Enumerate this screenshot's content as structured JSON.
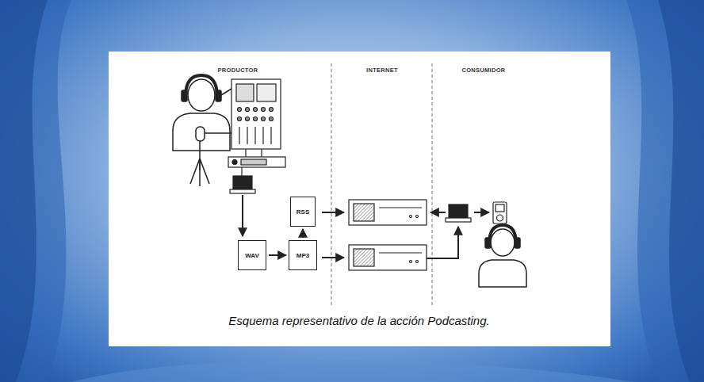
{
  "diagram": {
    "caption": "Esquema representativo de la acción Podcasting.",
    "nodes": [
      {
        "text": [
          "RSS"
        ]
      },
      {
        "text": [
          "WAV"
        ]
      },
      {
        "text": [
          "MP3"
        ]
      }
    ],
    "edges": [
      {
        "from": 1,
        "to": 2,
        "arrow": "to"
      },
      {
        "from": 2,
        "to": 0,
        "arrow": "to"
      }
    ],
    "labels": [
      "PRODUCTOR",
      "INTERNET",
      "CONSUMIDOR"
    ]
  }
}
